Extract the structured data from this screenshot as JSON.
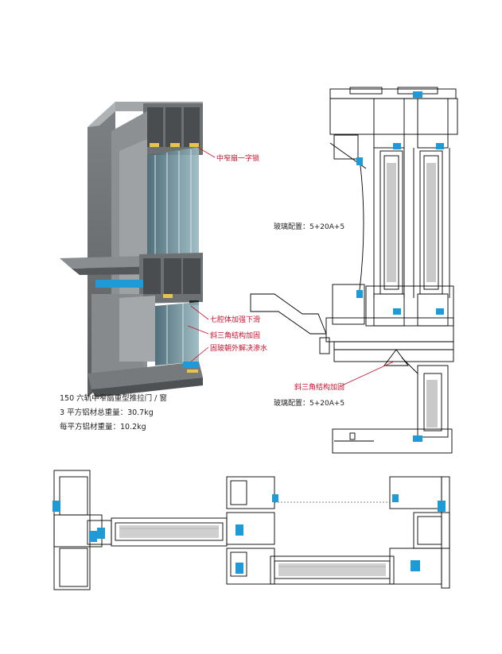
{
  "colors": {
    "accent": "#c8102e",
    "seal": "#1e9bd7",
    "line": "#000000",
    "profile": "#8a8d90"
  },
  "callouts": {
    "lock": "中窄扇一字锁",
    "seven_chamber": "七腔体加强下滑",
    "triangle_3d": "斜三角结构加固",
    "waterproof": "固玻朝外解决渗水",
    "triangle_section": "斜三角结构加固"
  },
  "glass": {
    "upper": "玻璃配置：5+20A+5",
    "lower": "玻璃配置：5+20A+5"
  },
  "specs": {
    "name": "150 六轨中窄扇重型推拉门 / 窗",
    "total_weight": "3 平方铝材总重量：30.7kg",
    "unit_weight": "每平方铝材重量：10.2kg"
  }
}
